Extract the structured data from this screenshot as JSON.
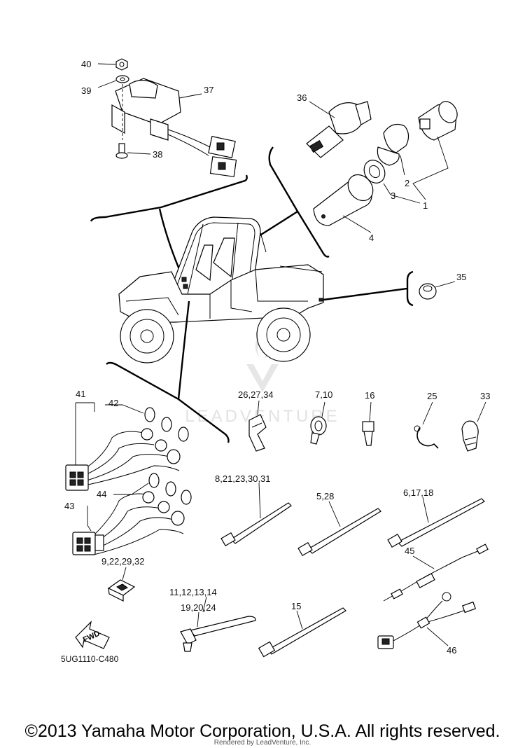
{
  "labels": {
    "l40": "40",
    "l39": "39",
    "l37": "37",
    "l38": "38",
    "l36": "36",
    "l1": "1",
    "l2": "2",
    "l3": "3",
    "l4": "4",
    "l35": "35",
    "l41": "41",
    "l42": "42",
    "l44": "44",
    "l43": "43",
    "g26": "26,27,34",
    "g7": "7,10",
    "l16": "16",
    "l25": "25",
    "l33": "33",
    "g8": "8,21,23,30,31",
    "g5": "5,28",
    "g6": "6,17,18",
    "l45": "45",
    "g9": "9,22,29,32",
    "g11": "11,12,13,14",
    "g19": "19,20,24",
    "l15": "15",
    "l46": "46"
  },
  "fwd": "FWD",
  "diagram_code": "5UG1110-C480",
  "watermark": "LEADVENTURE",
  "copyright": "©2013 Yamaha Motor Corporation, U.S.A. All rights reserved.",
  "rendered_by": "Rendered by LeadVenture, Inc."
}
